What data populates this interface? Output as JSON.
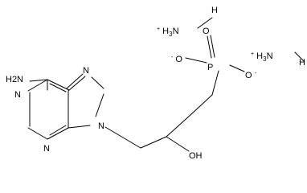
{
  "molecule": {
    "atoms": {
      "amine_nh2": "H2N",
      "n7": "N",
      "n9": "N",
      "n1": "N",
      "n3": "N",
      "oh": "OH",
      "p": "P",
      "o_double": "O",
      "o_minus_left": "O",
      "o_minus_right": "O",
      "ammonium_1_h": "H",
      "ammonium_2_h": "H"
    },
    "ammonium_1": {
      "charge": "+",
      "core": "H3N"
    },
    "ammonium_2": {
      "charge": "+",
      "core": "H3N"
    },
    "minus_sign": "-"
  }
}
